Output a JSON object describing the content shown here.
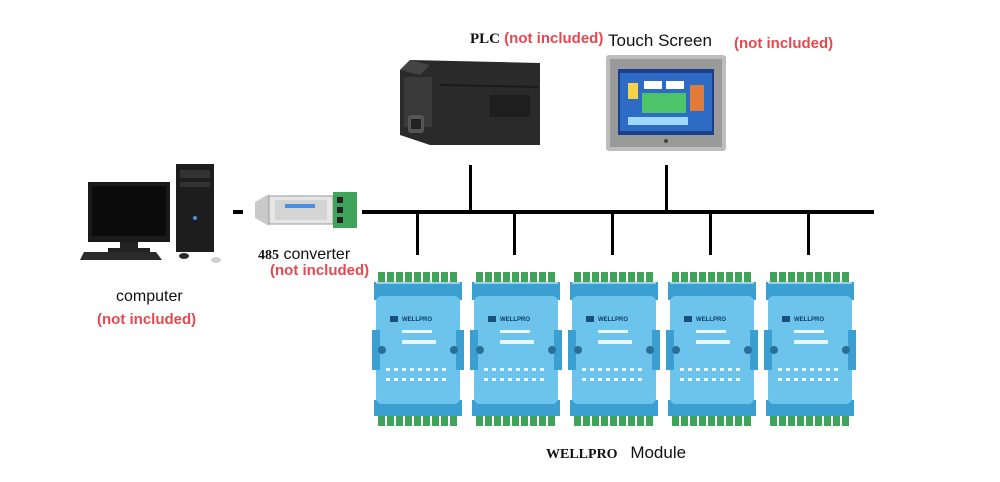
{
  "plc": {
    "name": "PLC",
    "note": "(not included)"
  },
  "touch_screen": {
    "name": "Touch Screen",
    "note": "(not included)"
  },
  "computer": {
    "name": "computer",
    "note": "(not included)"
  },
  "converter": {
    "number": "485",
    "name": "converter",
    "note": "(not included)"
  },
  "module": {
    "brand": "WELLPRO",
    "name": "Module",
    "badge_text": "WELLPRO"
  },
  "colors": {
    "module_body": "#6cc4ec",
    "module_dark": "#3b9fd1",
    "terminal_green": "#3fa35a",
    "bus_line": "#000000",
    "note_red": "#e5484d"
  },
  "module_count": 5
}
